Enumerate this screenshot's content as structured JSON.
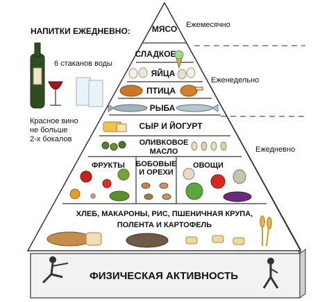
{
  "labels": {
    "drinks_daily": "НАПИТКИ ЕЖЕДНЕВНО:",
    "water": "6 стаканов воды",
    "wine_line1": "Красное вино",
    "wine_line2": "не больше",
    "wine_line3": "2-х бокалов"
  },
  "frequency": {
    "monthly": "Ежемесячно",
    "weekly": "Еженедельно",
    "daily": "Ежедневно"
  },
  "tiers": {
    "meat": "МЯСО",
    "sweets": "СЛАДКОЕ",
    "eggs": "ЯЙЦА",
    "poultry": "ПТИЦА",
    "fish": "РЫБА",
    "cheese": "СЫР И ЙОГУРТ",
    "oil_line1": "ОЛИВКОВОЕ",
    "oil_line2": "МАСЛО",
    "fruits": "ФРУКТЫ",
    "legumes_line1": "БОБОВЫЕ",
    "legumes_line2": "И ОРЕХИ",
    "vegetables": "ОВОЩИ",
    "grains_line1": "ХЛЕБ, МАКАРОНЫ, РИС, ПШЕНИЧНАЯ КРУПА,",
    "grains_line2": "ПОЛЕНТА И КАРТОФЕЛЬ",
    "activity": "ФИЗИЧЕСКАЯ АКТИВНОСТЬ"
  },
  "colors": {
    "outline": "#333333",
    "tier_fill": "#ffffff",
    "base_fill": "#f2f2f2",
    "dash": "#555555"
  }
}
